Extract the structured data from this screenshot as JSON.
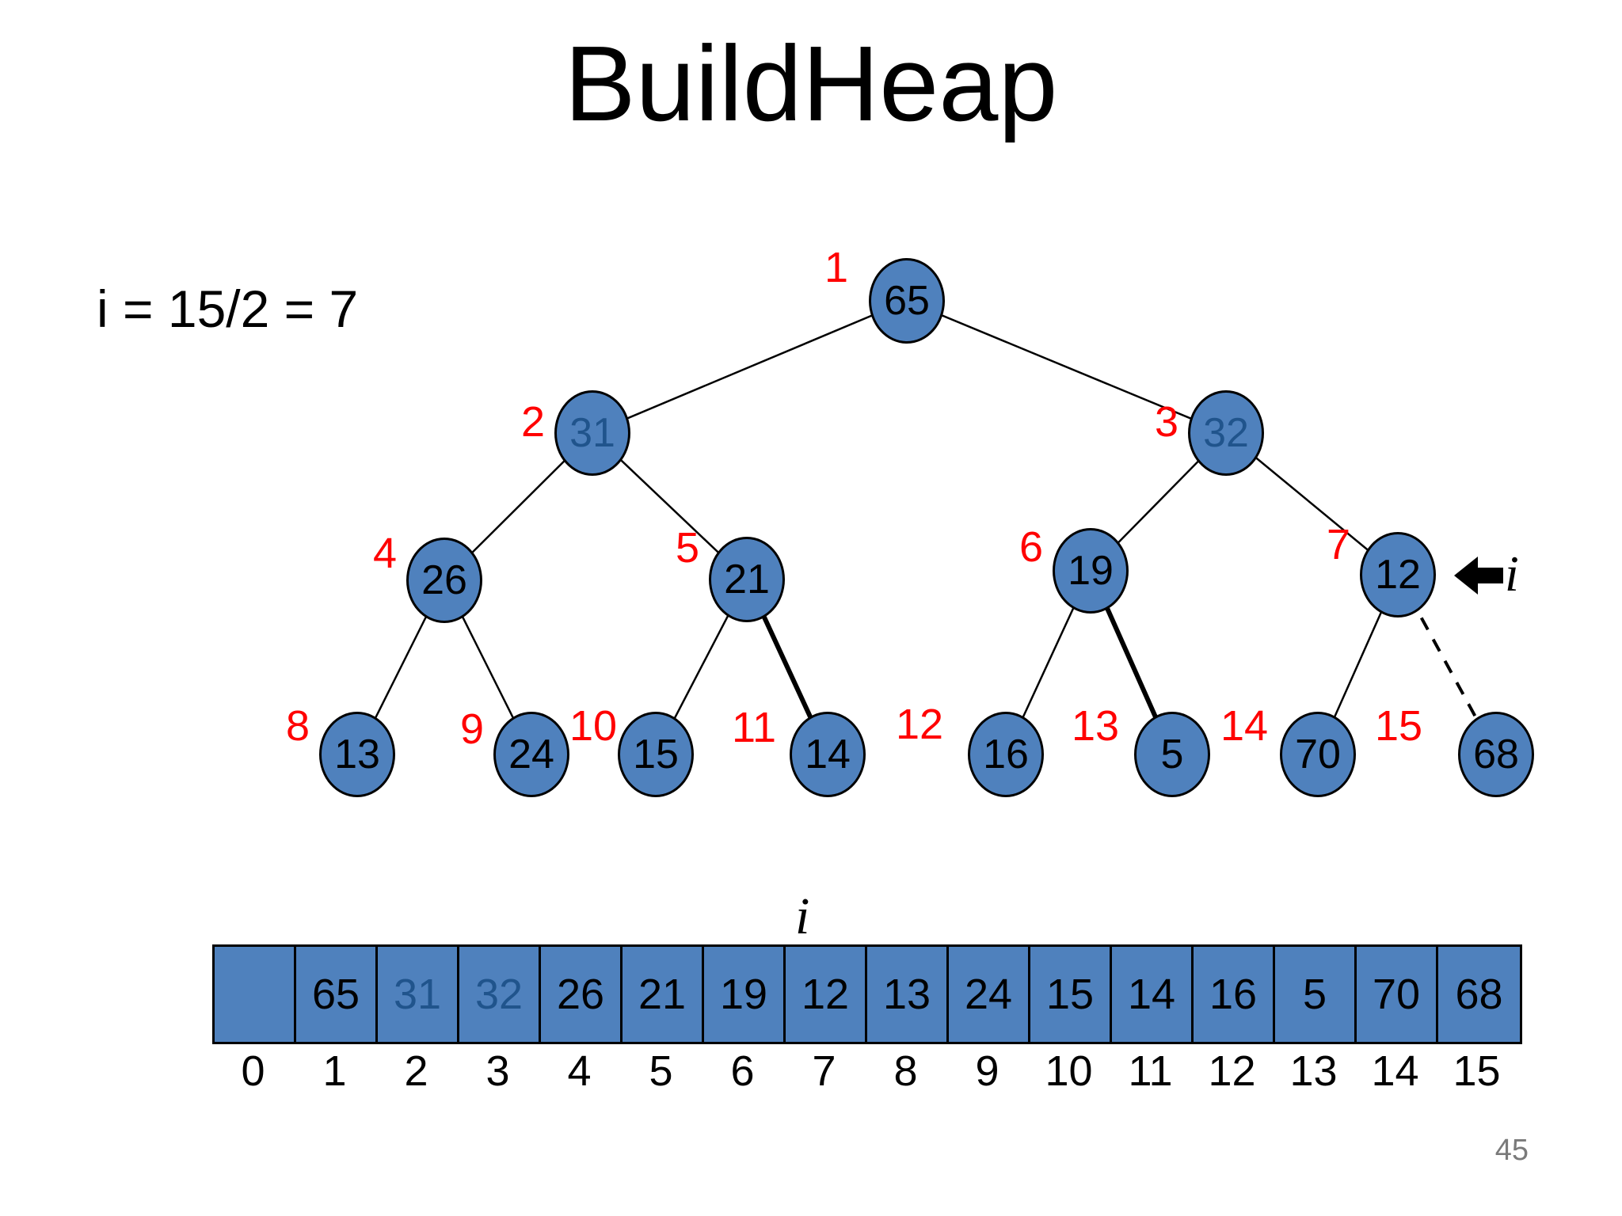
{
  "title": "BuildHeap",
  "formula": "i = 15/2 = 7",
  "page_number": "45",
  "colors": {
    "node_fill": "#4F81BD",
    "node_border": "#000000",
    "muted_value_text": "#20548C",
    "index_label_red": "#FF0000",
    "page_number_gray": "#7a7a7a"
  },
  "tree": {
    "i_pointer_label": "i",
    "nodes": [
      {
        "index_label": "1",
        "value": "65"
      },
      {
        "index_label": "2",
        "value": "31"
      },
      {
        "index_label": "3",
        "value": "32"
      },
      {
        "index_label": "4",
        "value": "26"
      },
      {
        "index_label": "5",
        "value": "21"
      },
      {
        "index_label": "6",
        "value": "19"
      },
      {
        "index_label": "7",
        "value": "12"
      },
      {
        "index_label": "8",
        "value": "13"
      },
      {
        "index_label": "9",
        "value": "24"
      },
      {
        "index_label": "10",
        "value": "15"
      },
      {
        "index_label": "11",
        "value": "14"
      },
      {
        "index_label": "12",
        "value": "16"
      },
      {
        "index_label": "13",
        "value": "5"
      },
      {
        "index_label": "14",
        "value": "70"
      },
      {
        "index_label": "15",
        "value": "68"
      }
    ]
  },
  "array": {
    "i_pointer_label": "i",
    "cells": [
      "",
      "65",
      "31",
      "32",
      "26",
      "21",
      "19",
      "12",
      "13",
      "24",
      "15",
      "14",
      "16",
      "5",
      "70",
      "68"
    ],
    "indices": [
      "0",
      "1",
      "2",
      "3",
      "4",
      "5",
      "6",
      "7",
      "8",
      "9",
      "10",
      "11",
      "12",
      "13",
      "14",
      "15"
    ]
  }
}
